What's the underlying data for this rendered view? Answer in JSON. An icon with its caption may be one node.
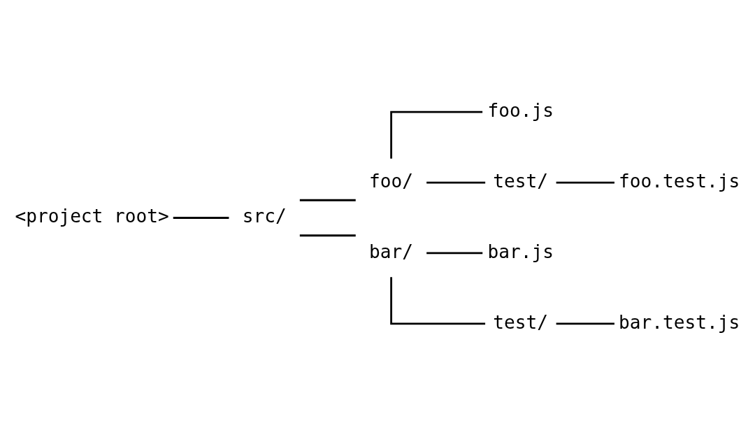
{
  "diagram": {
    "nodes": [
      {
        "text": [
          "<project root>"
        ]
      },
      {
        "text": [
          "src/"
        ]
      },
      {
        "text": [
          "foo/"
        ]
      },
      {
        "text": [
          "foo.js"
        ]
      },
      {
        "text": [
          "test/"
        ]
      },
      {
        "text": [
          "foo.test.js"
        ]
      },
      {
        "text": [
          "bar/"
        ]
      },
      {
        "text": [
          "bar.js"
        ]
      },
      {
        "text": [
          "test/"
        ]
      },
      {
        "text": [
          "bar.test.js"
        ]
      }
    ],
    "edges": [
      {
        "from": 0,
        "to": 1,
        "arrow": "none"
      },
      {
        "from": 1,
        "to": 2,
        "arrow": "none"
      },
      {
        "from": 2,
        "to": 3,
        "arrow": "none"
      },
      {
        "from": 2,
        "to": 4,
        "arrow": "none"
      },
      {
        "from": 4,
        "to": 5,
        "arrow": "none"
      },
      {
        "from": 1,
        "to": 6,
        "arrow": "none"
      },
      {
        "from": 6,
        "to": 7,
        "arrow": "none"
      },
      {
        "from": 6,
        "to": 8,
        "arrow": "none"
      },
      {
        "from": 8,
        "to": 9,
        "arrow": "none"
      }
    ]
  }
}
